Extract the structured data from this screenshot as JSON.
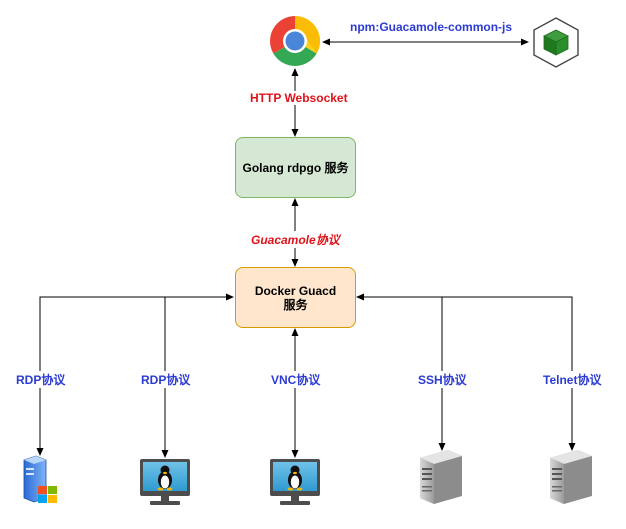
{
  "labels": {
    "npm": "npm:Guacamole-common-js",
    "http": "HTTP Websocket",
    "guac_proto": "Guacamole协议",
    "rdp1": "RDP协议",
    "rdp2": "RDP协议",
    "vnc": "VNC协议",
    "ssh": "SSH协议",
    "telnet": "Telnet协议"
  },
  "boxes": {
    "golang": "Golang rdpgo 服务",
    "guacd_line1": "Docker Guacd",
    "guacd_line2": "服务"
  },
  "icons": {
    "browser": "chrome-icon",
    "npm_package": "package-cube-icon",
    "windows": "windows-server-icon",
    "linux_monitor": "linux-monitor-icon",
    "server": "server-tower-icon"
  },
  "colors": {
    "red_label": "#e0121a",
    "blue_label": "#2b3bd3",
    "golang_fill": "#d5e8d4",
    "golang_stroke": "#82b366",
    "guacd_fill": "#ffe6cc",
    "guacd_stroke": "#d79b00"
  }
}
